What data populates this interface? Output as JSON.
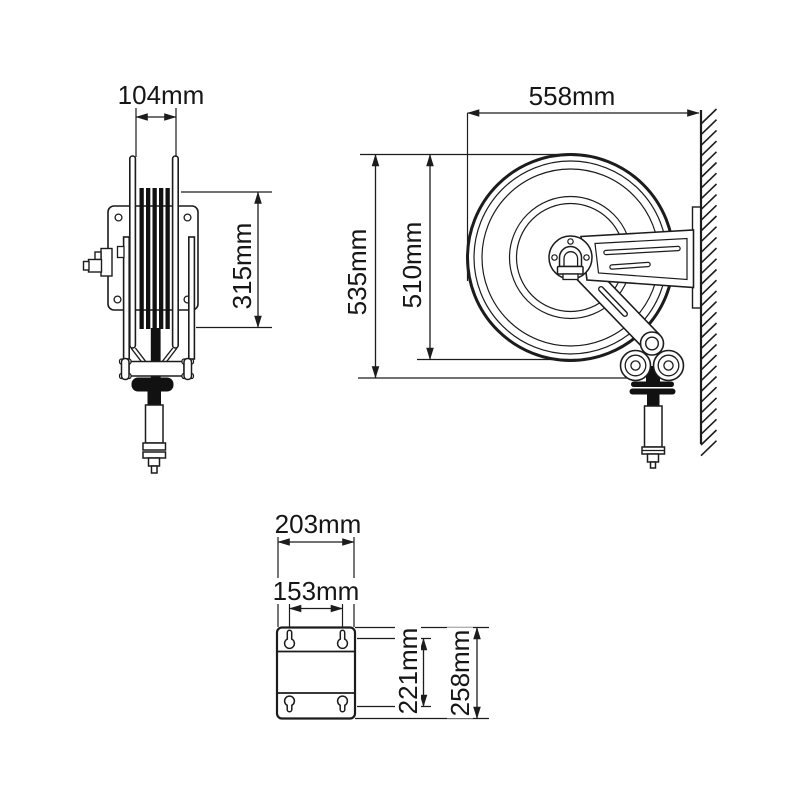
{
  "drawing": {
    "background": "#ffffff",
    "line_color": "#1c1c1c",
    "unit": "mm"
  },
  "views": {
    "side": {
      "width_label": "104mm",
      "height_label": "315mm"
    },
    "front": {
      "width_label": "558mm",
      "overall_height_label": "535mm",
      "reel_height_label": "510mm"
    },
    "bracket": {
      "outer_width_label": "203mm",
      "hole_spacing_width_label": "153mm",
      "hole_spacing_height_label": "221mm",
      "outer_height_label": "258mm"
    }
  }
}
